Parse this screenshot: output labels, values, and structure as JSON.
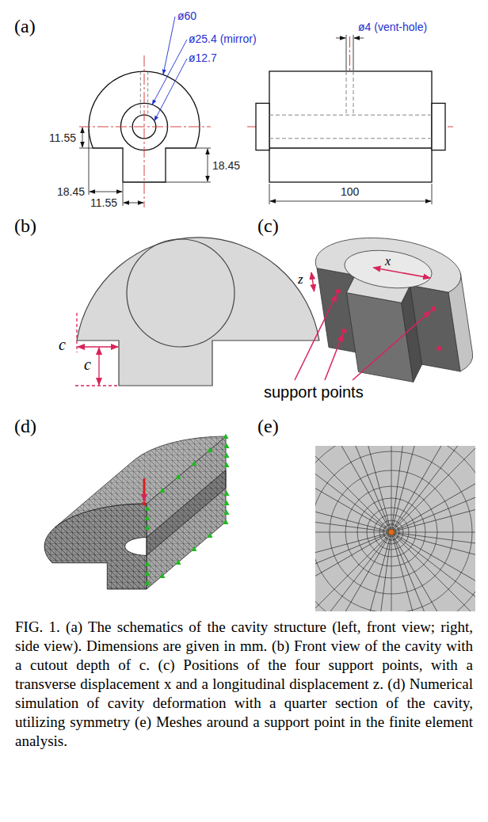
{
  "diagram": {
    "caption": "FIG. 1. (a) The schematics of the cavity structure (left, front view; right, side view). Dimensions are given in mm. (b) Front view of the cavity with a cutout depth of c. (c) Positions of the four support points, with a transverse displacement x and a longitudinal displacement z. (d) Numerical simulation of cavity deformation with a quarter section of the cavity, utilizing symmetry (e) Meshes around a support point in the finite element analysis.",
    "labels": [
      "(a)",
      "ø60",
      "ø25.4 (mirror)",
      "ø12.7",
      "ø4 (vent-hole)",
      "11.55",
      "18.45",
      "18.45",
      "11.55",
      "100",
      "(b)",
      "c",
      "c",
      "(c)",
      "x",
      "z",
      "support points",
      "(d)",
      "(e)"
    ]
  }
}
